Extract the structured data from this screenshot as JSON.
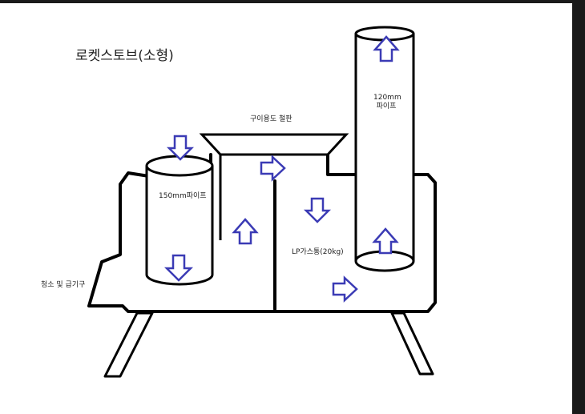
{
  "title": "로켓스토브(소형)",
  "labels": {
    "cooking_plate": "구이용도 철판",
    "pipe_150": "150mm파이프",
    "pipe_120_line1": "120mm",
    "pipe_120_line2": "파이프",
    "lp_gas_tank": "LP가스통(20kg)",
    "cleaning_intake": "청소 및 급기구"
  },
  "colors": {
    "outline": "#000000",
    "arrow_fill": "#ffffff",
    "arrow_stroke": "#3b3bb5",
    "background": "#ffffff",
    "frame": "#1a1a1a"
  },
  "icons": {
    "flow_arrow": "hollow-block-arrow"
  }
}
